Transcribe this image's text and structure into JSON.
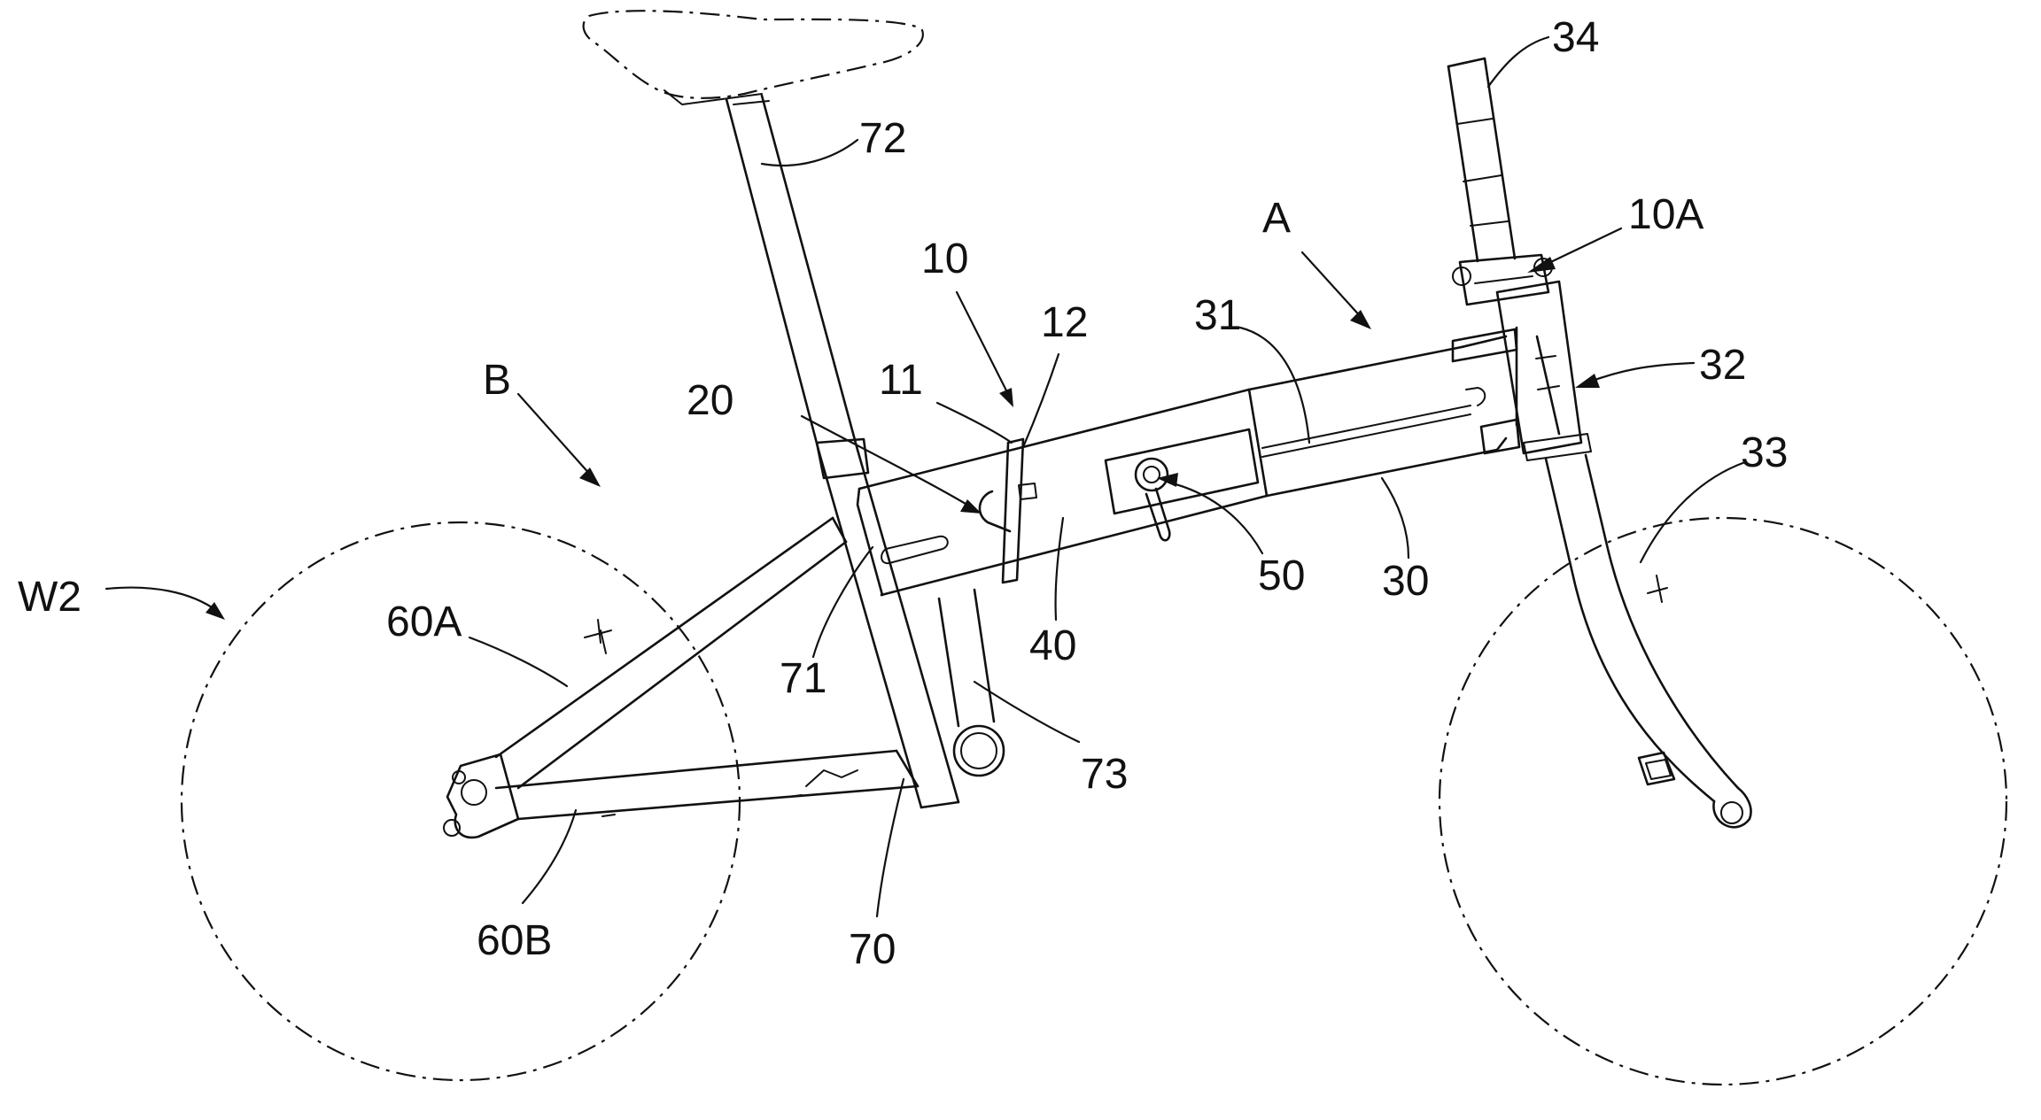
{
  "figure": {
    "labels": {
      "l34": "34",
      "l72": "72",
      "l10A": "10A",
      "lA": "A",
      "l10": "10",
      "l12": "12",
      "l31": "31",
      "l32": "32",
      "l11": "11",
      "l20": "20",
      "l33": "33",
      "lB": "B",
      "l50": "50",
      "l30": "30",
      "lW2": "W2",
      "l40": "40",
      "l60A": "60A",
      "l71": "71",
      "l73": "73",
      "l60B": "60B",
      "l70": "70"
    }
  }
}
